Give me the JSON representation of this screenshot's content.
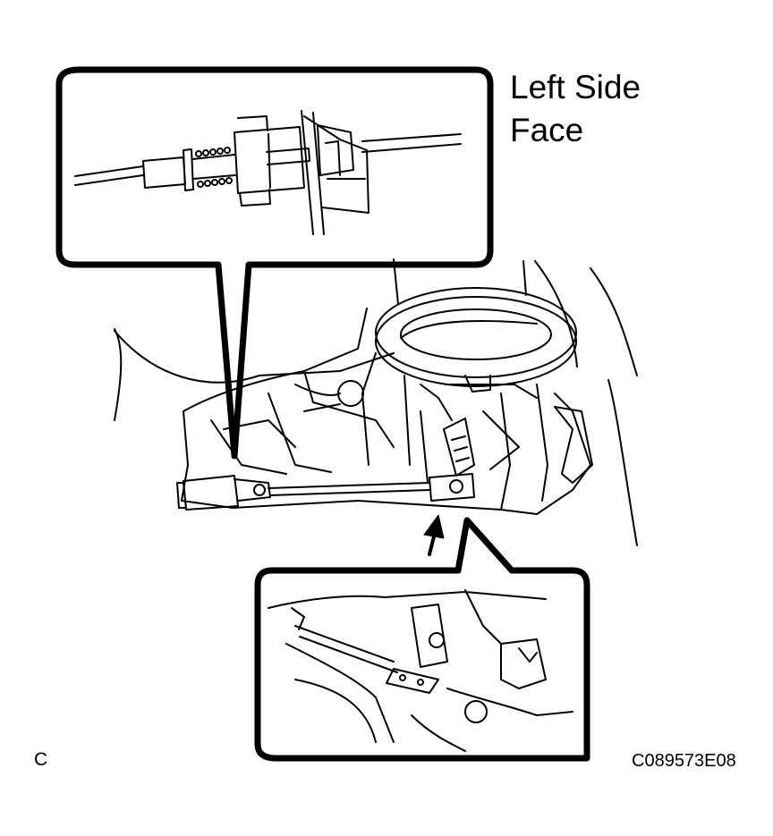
{
  "callout": {
    "title_line1": "Left Side",
    "title_line2": "Face"
  },
  "footer": {
    "corner_mark": "C",
    "figure_code": "C089573E08"
  },
  "colors": {
    "ink": "#000000",
    "paper": "#ffffff"
  },
  "icons": [
    "arrow-up-icon"
  ]
}
